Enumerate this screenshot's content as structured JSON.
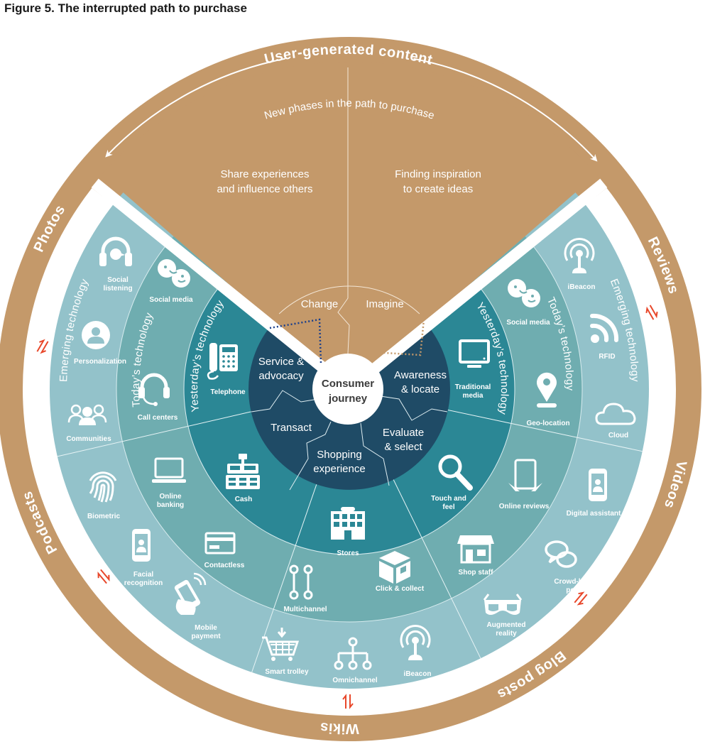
{
  "figure_title": "Figure 5. The interrupted path to purchase",
  "ring_labels": {
    "top": "User-generated content",
    "photos": "Photos",
    "reviews": "Reviews",
    "videos": "Videos",
    "podcasts": "Podcasts",
    "blog_posts": "Blog posts",
    "wikis": "Wikis"
  },
  "wedge": {
    "arc_title": "New phases in the path to purchase",
    "left_phase": [
      "Share experiences",
      "and influence others"
    ],
    "right_phase": [
      "Finding inspiration",
      "to create ideas"
    ],
    "change": "Change",
    "imagine": "Imagine"
  },
  "center": [
    "Consumer",
    "journey"
  ],
  "stages": {
    "service": [
      "Service &",
      "advocacy"
    ],
    "transact": [
      "Transact"
    ],
    "shopping": [
      "Shopping",
      "experience"
    ],
    "evaluate": [
      "Evaluate",
      "& select"
    ],
    "awareness": [
      "Awareness",
      "& locate"
    ]
  },
  "rings": {
    "emerging": "Emerging technology",
    "today": "Today’s technology",
    "yesterday": "Yesterday’s technology"
  },
  "icons": {
    "emerging": [
      {
        "label": [
          "Social",
          "listening"
        ],
        "icon": "headphones-icon"
      },
      {
        "label": [
          "Personalization"
        ],
        "icon": "person-icon"
      },
      {
        "label": [
          "Communities"
        ],
        "icon": "people-icon"
      },
      {
        "label": [
          "Biometric"
        ],
        "icon": "fingerprint-icon"
      },
      {
        "label": [
          "Facial",
          "recognition"
        ],
        "icon": "mobile-face-icon"
      },
      {
        "label": [
          "Mobile",
          "payment"
        ],
        "icon": "mobile-hand-icon"
      },
      {
        "label": [
          "Smart trolley"
        ],
        "icon": "trolley-icon"
      },
      {
        "label": [
          "Omnichannel"
        ],
        "icon": "hierarchy-icon"
      },
      {
        "label": [
          "iBeacon"
        ],
        "icon": "beacon-icon"
      },
      {
        "label": [
          "Augmented",
          "reality"
        ],
        "icon": "3d-glasses-icon"
      },
      {
        "label": [
          "Crowd-based",
          "power"
        ],
        "icon": "speech-bubbles-icon"
      },
      {
        "label": [
          "Digital assistant"
        ],
        "icon": "mobile-face-icon"
      },
      {
        "label": [
          "Cloud"
        ],
        "icon": "cloud-icon"
      },
      {
        "label": [
          "RFID"
        ],
        "icon": "rss-icon"
      },
      {
        "label": [
          "iBeacon"
        ],
        "icon": "beacon-icon"
      }
    ],
    "today": [
      {
        "label": [
          "Social media"
        ],
        "icon": "birds-icon"
      },
      {
        "label": [
          "Call centers"
        ],
        "icon": "headset-icon"
      },
      {
        "label": [
          "Online",
          "banking"
        ],
        "icon": "laptop-icon"
      },
      {
        "label": [
          "Contactless"
        ],
        "icon": "card-icon"
      },
      {
        "label": [
          "Multichannel"
        ],
        "icon": "channels-icon"
      },
      {
        "label": [
          "Click & collect"
        ],
        "icon": "box-icon"
      },
      {
        "label": [
          "Shop staff"
        ],
        "icon": "shop-icon"
      },
      {
        "label": [
          "Online reviews"
        ],
        "icon": "tablet-icon"
      },
      {
        "label": [
          "Geo-location"
        ],
        "icon": "location-pin-icon"
      },
      {
        "label": [
          "Social media"
        ],
        "icon": "birds-icon"
      }
    ],
    "yesterday": [
      {
        "label": [
          "Telephone"
        ],
        "icon": "telephone-icon"
      },
      {
        "label": [
          "Cash"
        ],
        "icon": "cash-register-icon"
      },
      {
        "label": [
          "Stores"
        ],
        "icon": "building-icon"
      },
      {
        "label": [
          "Touch and",
          "feel"
        ],
        "icon": "magnifier-icon"
      },
      {
        "label": [
          "Traditional",
          "media"
        ],
        "icon": "monitor-icon"
      }
    ]
  },
  "colors": {
    "brown": "#C4996A",
    "emerging": "#93C2CA",
    "today": "#6FADB0",
    "yesterday": "#2B8795",
    "journey": "#1F4B66",
    "arrows": "#E8472A"
  }
}
